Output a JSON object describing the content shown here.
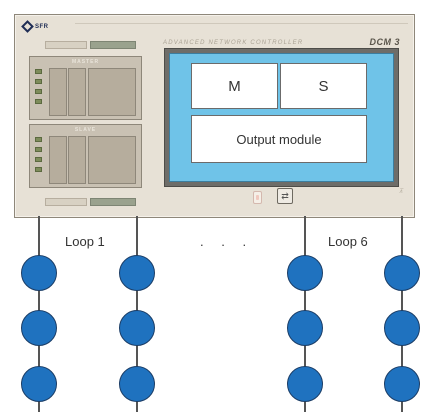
{
  "controller": {
    "logo_text": "SFR",
    "subtitle": "ADVANCED NETWORK CONTROLLER",
    "model": "DCM 3",
    "modules": [
      {
        "title": "MASTER"
      },
      {
        "title": "SLAVE"
      }
    ],
    "screen": {
      "master_label": "M",
      "slave_label": "S",
      "output_label": "Output module"
    }
  },
  "loops": {
    "first_label": "Loop 1",
    "last_label": "Loop 6",
    "ellipsis": ". . .",
    "columns": 4,
    "nodes_per_column": 3
  },
  "colors": {
    "panel": "#e7e1d6",
    "screen": "#6fc3e8",
    "node_fill": "#1f72bf",
    "node_outline": "#1b3d66",
    "wire": "#555555"
  }
}
